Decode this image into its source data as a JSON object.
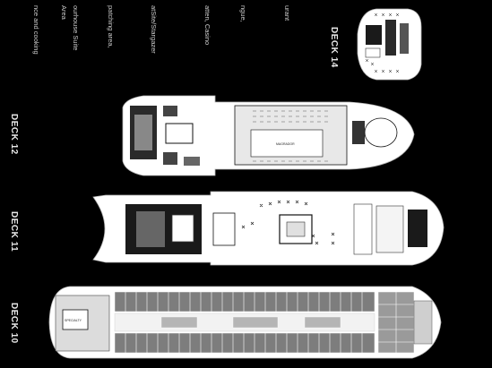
{
  "decks": [
    {
      "id": "deck14",
      "label": "DECK 14"
    },
    {
      "id": "deck12",
      "label": "DECK 12"
    },
    {
      "id": "deck11",
      "label": "DECK 11"
    },
    {
      "id": "deck10",
      "label": "DECK 10"
    }
  ],
  "legend_fragments": [
    "urant",
    "ngue,",
    "atten, Casino",
    "atSite/Stargazer",
    "patching area,",
    "ourhouse Suite",
    "Area",
    "nce and cooking"
  ],
  "venue_labels": {
    "deck12_center": "MAGRADOR",
    "deck10_stern": "SPECIALTY"
  },
  "colors": {
    "background": "#000000",
    "hull_fill": "#ffffff",
    "hull_stroke": "#b8b8b8",
    "dark_area": "#1a1a1a",
    "mid_gray": "#8a8a8a",
    "light_gray": "#d0d0d0",
    "text": "#d9d9d9"
  },
  "icons": {
    "deck_marker": "rotated-text-label",
    "seat": "small-x-glyph"
  }
}
